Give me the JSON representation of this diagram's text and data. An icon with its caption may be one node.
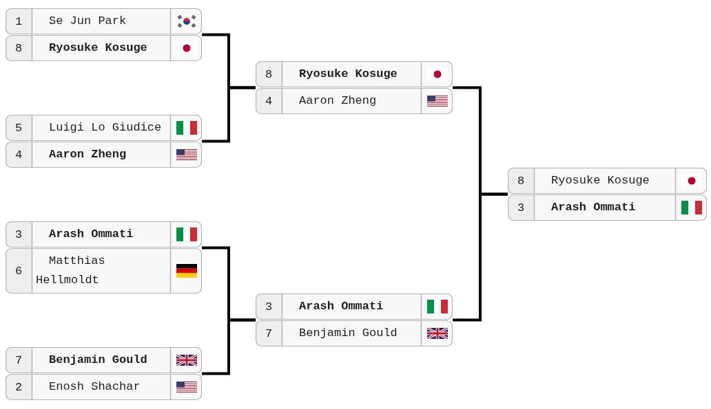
{
  "diagram": {
    "nodes": [
      {
        "text": [
          "1",
          "Se Jun Park",
          "8",
          "Ryosuke Kosuge"
        ]
      },
      {
        "text": [
          "5",
          "Luigi Lo Giudice",
          "4",
          "Aaron Zheng"
        ]
      },
      {
        "text": [
          "3",
          "Arash Ommati",
          "6",
          "Matthias Hellmoldt"
        ]
      },
      {
        "text": [
          "7",
          "Benjamin Gould",
          "2",
          "Enosh Shachar"
        ]
      },
      {
        "text": [
          "8",
          "Ryosuke Kosuge",
          "4",
          "Aaron Zheng"
        ]
      },
      {
        "text": [
          "3",
          "Arash Ommati",
          "7",
          "Benjamin Gould"
        ]
      },
      {
        "text": [
          "8",
          "Ryosuke Kosuge",
          "3",
          "Arash Ommati"
        ]
      }
    ],
    "edges": [
      {
        "from": 0,
        "to": 4,
        "arrow": "none"
      },
      {
        "from": 1,
        "to": 4,
        "arrow": "none"
      },
      {
        "from": 2,
        "to": 5,
        "arrow": "none"
      },
      {
        "from": 3,
        "to": 5,
        "arrow": "none"
      },
      {
        "from": 4,
        "to": 6,
        "arrow": "none"
      },
      {
        "from": 5,
        "to": 6,
        "arrow": "none"
      }
    ]
  }
}
